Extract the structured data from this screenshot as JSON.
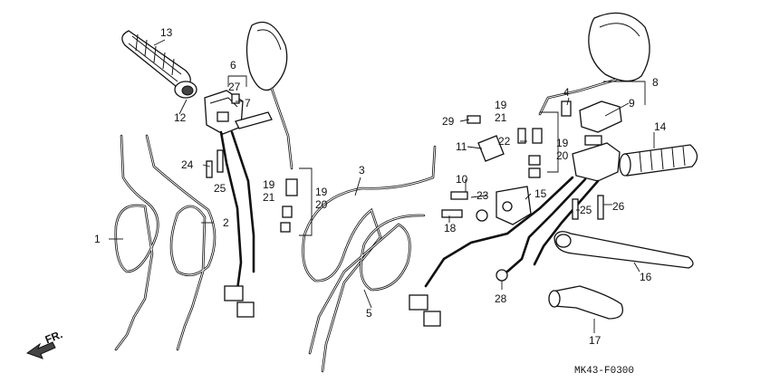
{
  "diagram": {
    "drawing_code": "MK43-F0300",
    "direction_label": "FR.",
    "parts": [
      {
        "num": "1"
      },
      {
        "num": "2"
      },
      {
        "num": "3"
      },
      {
        "num": "4"
      },
      {
        "num": "5"
      },
      {
        "num": "6"
      },
      {
        "num": "7"
      },
      {
        "num": "8"
      },
      {
        "num": "9"
      },
      {
        "num": "10"
      },
      {
        "num": "11"
      },
      {
        "num": "12"
      },
      {
        "num": "13"
      },
      {
        "num": "14"
      },
      {
        "num": "15"
      },
      {
        "num": "16"
      },
      {
        "num": "17"
      },
      {
        "num": "18"
      },
      {
        "num": "19"
      },
      {
        "num": "20"
      },
      {
        "num": "21"
      },
      {
        "num": "22"
      },
      {
        "num": "23"
      },
      {
        "num": "24"
      },
      {
        "num": "25"
      },
      {
        "num": "26"
      },
      {
        "num": "27"
      },
      {
        "num": "28"
      },
      {
        "num": "29"
      }
    ]
  }
}
